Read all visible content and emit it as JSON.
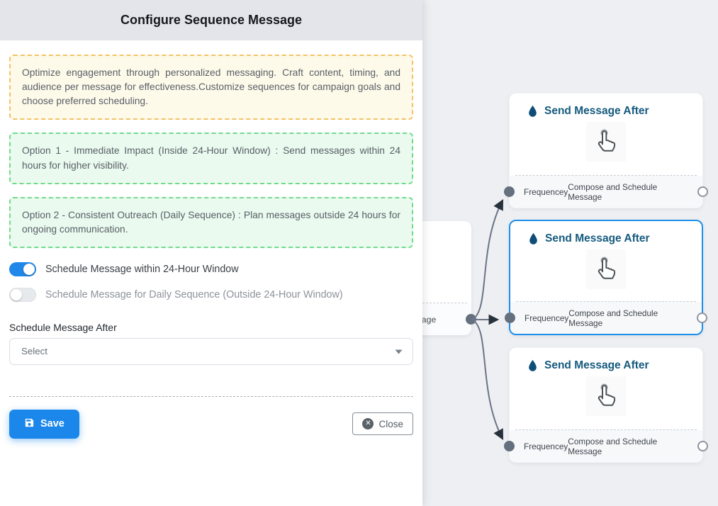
{
  "panel": {
    "title": "Configure Sequence Message",
    "intro_note": "Optimize engagement through personalized messaging. Craft content, timing, and audience per message for effectiveness.Customize sequences for campaign goals and choose preferred scheduling.",
    "option1_note": "Option 1 - Immediate Impact (Inside 24-Hour Window) : Send messages within 24 hours for higher visibility.",
    "option2_note": "Option 2 - Consistent Outreach (Daily Sequence) : Plan messages outside 24 hours for ongoing communication.",
    "toggle_within_24h": {
      "label": "Schedule Message within 24-Hour Window",
      "state": "on"
    },
    "toggle_daily": {
      "label": "Schedule Message for Daily Sequence (Outside 24-Hour Window)",
      "state": "off"
    },
    "schedule_after": {
      "label": "Schedule Message After",
      "selected_value": "Select"
    },
    "save_label": "Save",
    "close_label": "Close"
  },
  "flow": {
    "source_node": {
      "visible_label_fragment": "ce Message"
    },
    "nodes": [
      {
        "title": "Send Message After",
        "footer_left": "Frequencey",
        "footer_right": "Compose and Schedule Message",
        "selected": false
      },
      {
        "title": "Send Message After",
        "footer_left": "Frequencey",
        "footer_right": "Compose and Schedule Message",
        "selected": true
      },
      {
        "title": "Send Message After",
        "footer_left": "Frequencey",
        "footer_right": "Compose and Schedule Message",
        "selected": false
      }
    ]
  },
  "icons": [
    "droplet-icon",
    "tap-hand-icon",
    "floppy-icon",
    "close-circle-icon",
    "caret-down-icon"
  ],
  "colors": {
    "accent_blue": "#1b87ea",
    "toggle_on_blue": "#2187e8",
    "selected_node_border": "#1e8fea",
    "node_title_blue": "#155a7e",
    "edge_gray": "#6b7486",
    "arrowhead_dark": "#27313c",
    "yellow_note_border": "#f3c267",
    "green_note_border": "#72da8c",
    "canvas_bg": "#edeff3",
    "header_bg": "#e3e5ea"
  }
}
